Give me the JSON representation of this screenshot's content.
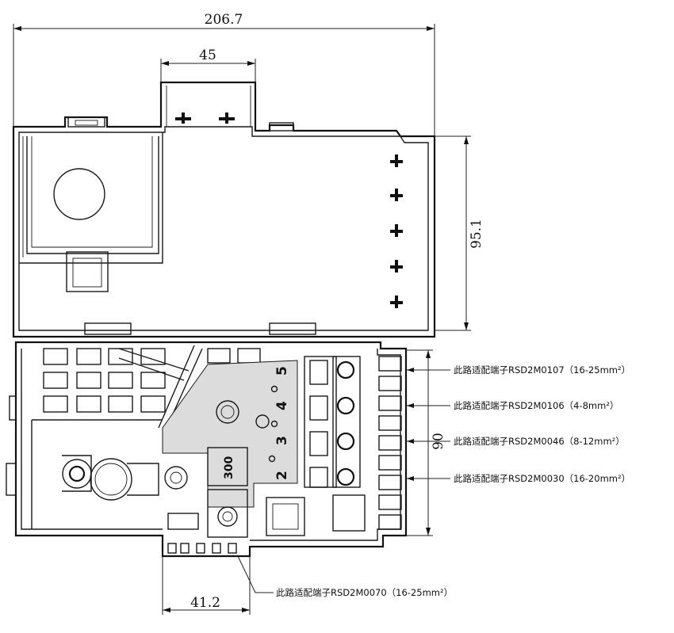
{
  "dimensions": {
    "overall_width": "206.7",
    "top_tab_width": "45",
    "cover_height": "95.1",
    "base_height": "90",
    "bottom_tab_width": "41.2"
  },
  "terminal_numbers": [
    "2",
    "3",
    "4",
    "5"
  ],
  "block_label": "300",
  "callouts": [
    "此路适配端子RSD2M0107（16-25mm²）",
    "此路适配端子RSD2M0106（4-8mm²）",
    "此路适配端子RSD2M0046（8-12mm²）",
    "此路适配端子RSD2M0030（16-20mm²）",
    "此路适配端子RSD2M0070（16-25mm²）"
  ]
}
